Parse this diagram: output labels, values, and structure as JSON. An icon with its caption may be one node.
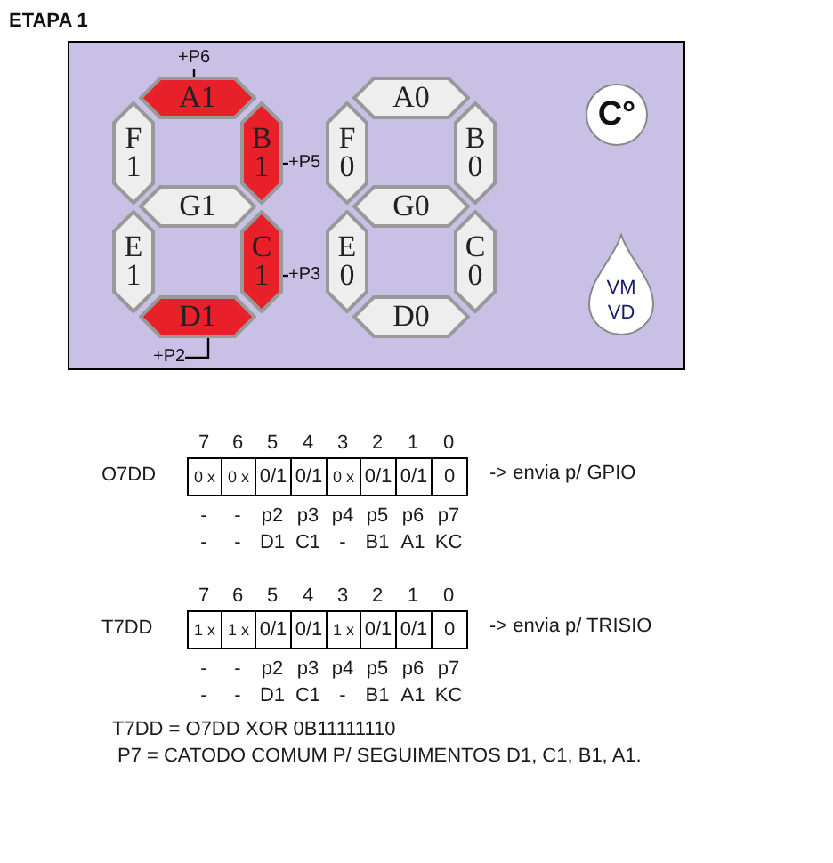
{
  "diagram": {
    "title": "ETAPA 1",
    "nodes": [
      {
        "text": [],
        "shape": "box"
      },
      {
        "text": [
          "+P6"
        ],
        "in": 0
      },
      {
        "text": [
          "A1"
        ],
        "in": 0
      },
      {
        "text": [
          "F",
          "1"
        ],
        "in": 0
      },
      {
        "text": [
          "B",
          "1"
        ],
        "in": 0
      },
      {
        "text": [
          "+P5"
        ],
        "in": 0
      },
      {
        "text": [
          "G1"
        ],
        "in": 0
      },
      {
        "text": [
          "E",
          "1"
        ],
        "in": 0
      },
      {
        "text": [
          "C",
          "1"
        ],
        "in": 0
      },
      {
        "text": [
          "+P3"
        ],
        "in": 0
      },
      {
        "text": [
          "D1"
        ],
        "in": 0
      },
      {
        "text": [
          "+P2"
        ],
        "in": 0
      },
      {
        "text": [
          "A0"
        ],
        "in": 0
      },
      {
        "text": [
          "F",
          "0"
        ],
        "in": 0
      },
      {
        "text": [
          "B",
          "0"
        ],
        "in": 0
      },
      {
        "text": [
          "G0"
        ],
        "in": 0
      },
      {
        "text": [
          "E",
          "0"
        ],
        "in": 0
      },
      {
        "text": [
          "C",
          "0"
        ],
        "in": 0
      },
      {
        "text": [
          "D0"
        ],
        "in": 0
      },
      {
        "text": [
          "C°"
        ],
        "in": 0
      },
      {
        "text": [
          "VM VD"
        ],
        "in": 0
      }
    ],
    "edges": [
      {
        "from": 1,
        "to": 2,
        "arrow": "none"
      },
      {
        "from": 5,
        "to": 4,
        "arrow": "none"
      },
      {
        "from": 9,
        "to": 8,
        "arrow": "none"
      },
      {
        "from": 11,
        "to": 10,
        "arrow": "none"
      }
    ],
    "labels": [
      "7",
      "6",
      "5",
      "4",
      "3",
      "2",
      "1",
      "0",
      "O7DD",
      "0 x",
      "0 x",
      "0/1",
      "0/1",
      "0 x",
      "0/1",
      "0/1",
      "0",
      "-> envia p/ GPIO",
      "-",
      "-",
      "p2",
      "p3",
      "p4",
      "p5",
      "p6",
      "p7",
      "-",
      "-",
      "D1",
      "C1",
      "-",
      "B1",
      "A1",
      "KC",
      "7",
      "6",
      "5",
      "4",
      "3",
      "2",
      "1",
      "0",
      "T7DD",
      "1 x",
      "1 x",
      "0/1",
      "0/1",
      "1 x",
      "0/1",
      "0/1",
      "0",
      "-> envia p/ TRISIO",
      "-",
      "-",
      "p2",
      "p3",
      "p4",
      "p5",
      "p6",
      "p7",
      "-",
      "-",
      "D1",
      "C1",
      "-",
      "B1",
      "A1",
      "KC",
      "T7DD = O7DD XOR 0B11111110",
      "P7 = CATODO COMUM P/ SEGUIMENTOS D1, C1, B1, A1."
    ]
  }
}
